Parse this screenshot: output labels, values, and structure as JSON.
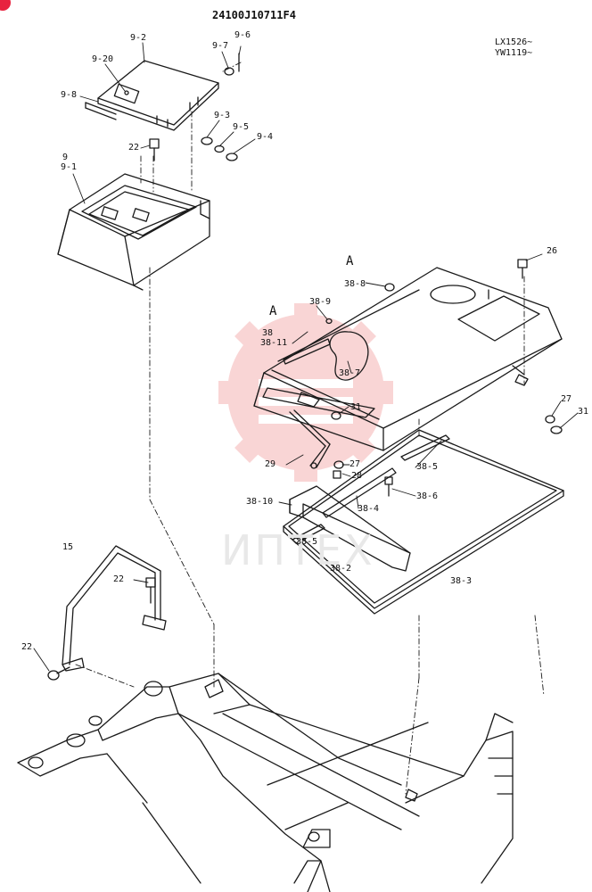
{
  "header": {
    "drawing_number": "24100J10711F4",
    "serial_line_1": "LX1526~",
    "serial_line_2": "YW1119~"
  },
  "watermark": {
    "text": "ИПТЕХ",
    "color": "#f2a4a4"
  },
  "callouts": {
    "c9_2": "9-2",
    "c9_7": "9-7",
    "c9_6": "9-6",
    "c9_20": "9-20",
    "c9_8": "9-8",
    "c9_3": "9-3",
    "c9_5": "9-5",
    "c9_4": "9-4",
    "c22_top": "22",
    "c9": "9",
    "c9_1": "9-1",
    "cA_top": "A",
    "c26": "26",
    "c38_8": "38-8",
    "c38_9": "38-9",
    "cA_left": "A",
    "c38": "38",
    "c38_11": "38-11",
    "c38_7": "38-7",
    "c31_mid": "31",
    "c27_right": "27",
    "c31_right": "31",
    "c29": "29",
    "c27_mid": "27",
    "c28": "28",
    "c38_5_top": "38-5",
    "c38_6": "38-6",
    "c38_10": "38-10",
    "c38_4": "38-4",
    "c38_5_bottom": "38-5",
    "c38_2": "38-2",
    "c38_3": "38-3",
    "c15": "15",
    "c22_mid": "22",
    "c22_bottom": "22"
  }
}
